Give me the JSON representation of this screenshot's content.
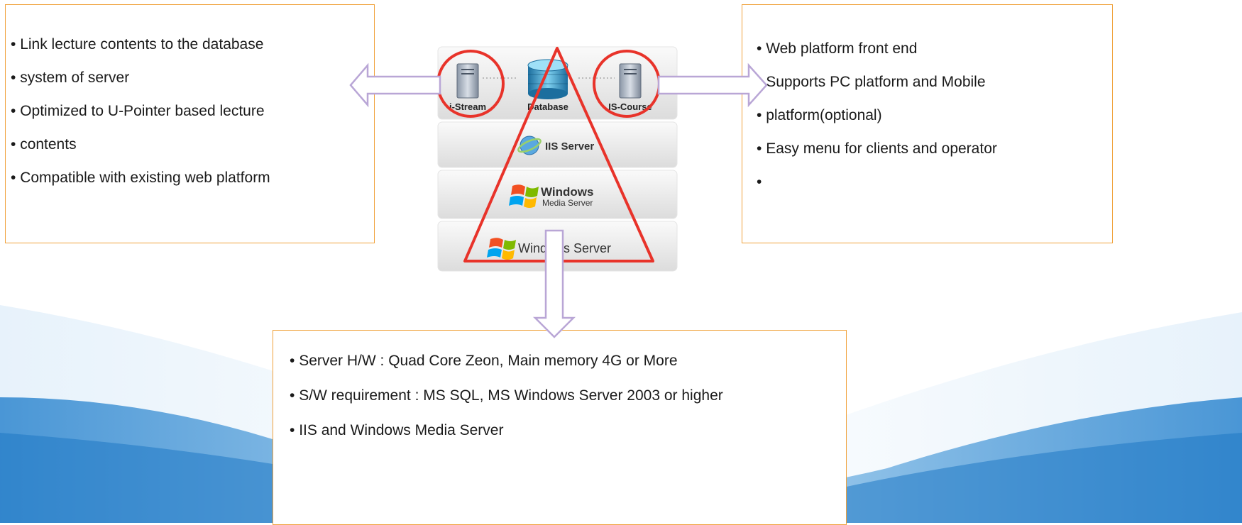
{
  "colors": {
    "box_border": "#f0a13a",
    "highlight_red": "#e8332a",
    "arrow_lavender": "#b9a6d6",
    "wave_blue": "#4a9ad6"
  },
  "left_box": {
    "items": [
      "Link lecture contents to the database",
      "system of server",
      "Optimized to U-Pointer based lecture",
      "contents",
      "Compatible with existing web platform"
    ]
  },
  "right_box": {
    "items": [
      "Web platform front end",
      "Supports PC platform and Mobile",
      "platform(optional)",
      "Easy menu for clients and operator",
      ""
    ]
  },
  "bottom_box": {
    "items": [
      "Server H/W : Quad Core Zeon, Main memory 4G or More",
      "S/W requirement : MS SQL, MS Windows Server 2003 or higher",
      "IIS and Windows Media Server"
    ]
  },
  "stack": {
    "top_row": {
      "left_server": "i-Stream",
      "database": "Database",
      "right_server": "IS-Course"
    },
    "iis": "IIS Server",
    "wms_line1": "Windows",
    "wms_line2": "Media Server",
    "ws": "Windows Server"
  },
  "icons": [
    "server-icon",
    "database-icon",
    "iis-globe-icon",
    "windows-flag-icon"
  ]
}
